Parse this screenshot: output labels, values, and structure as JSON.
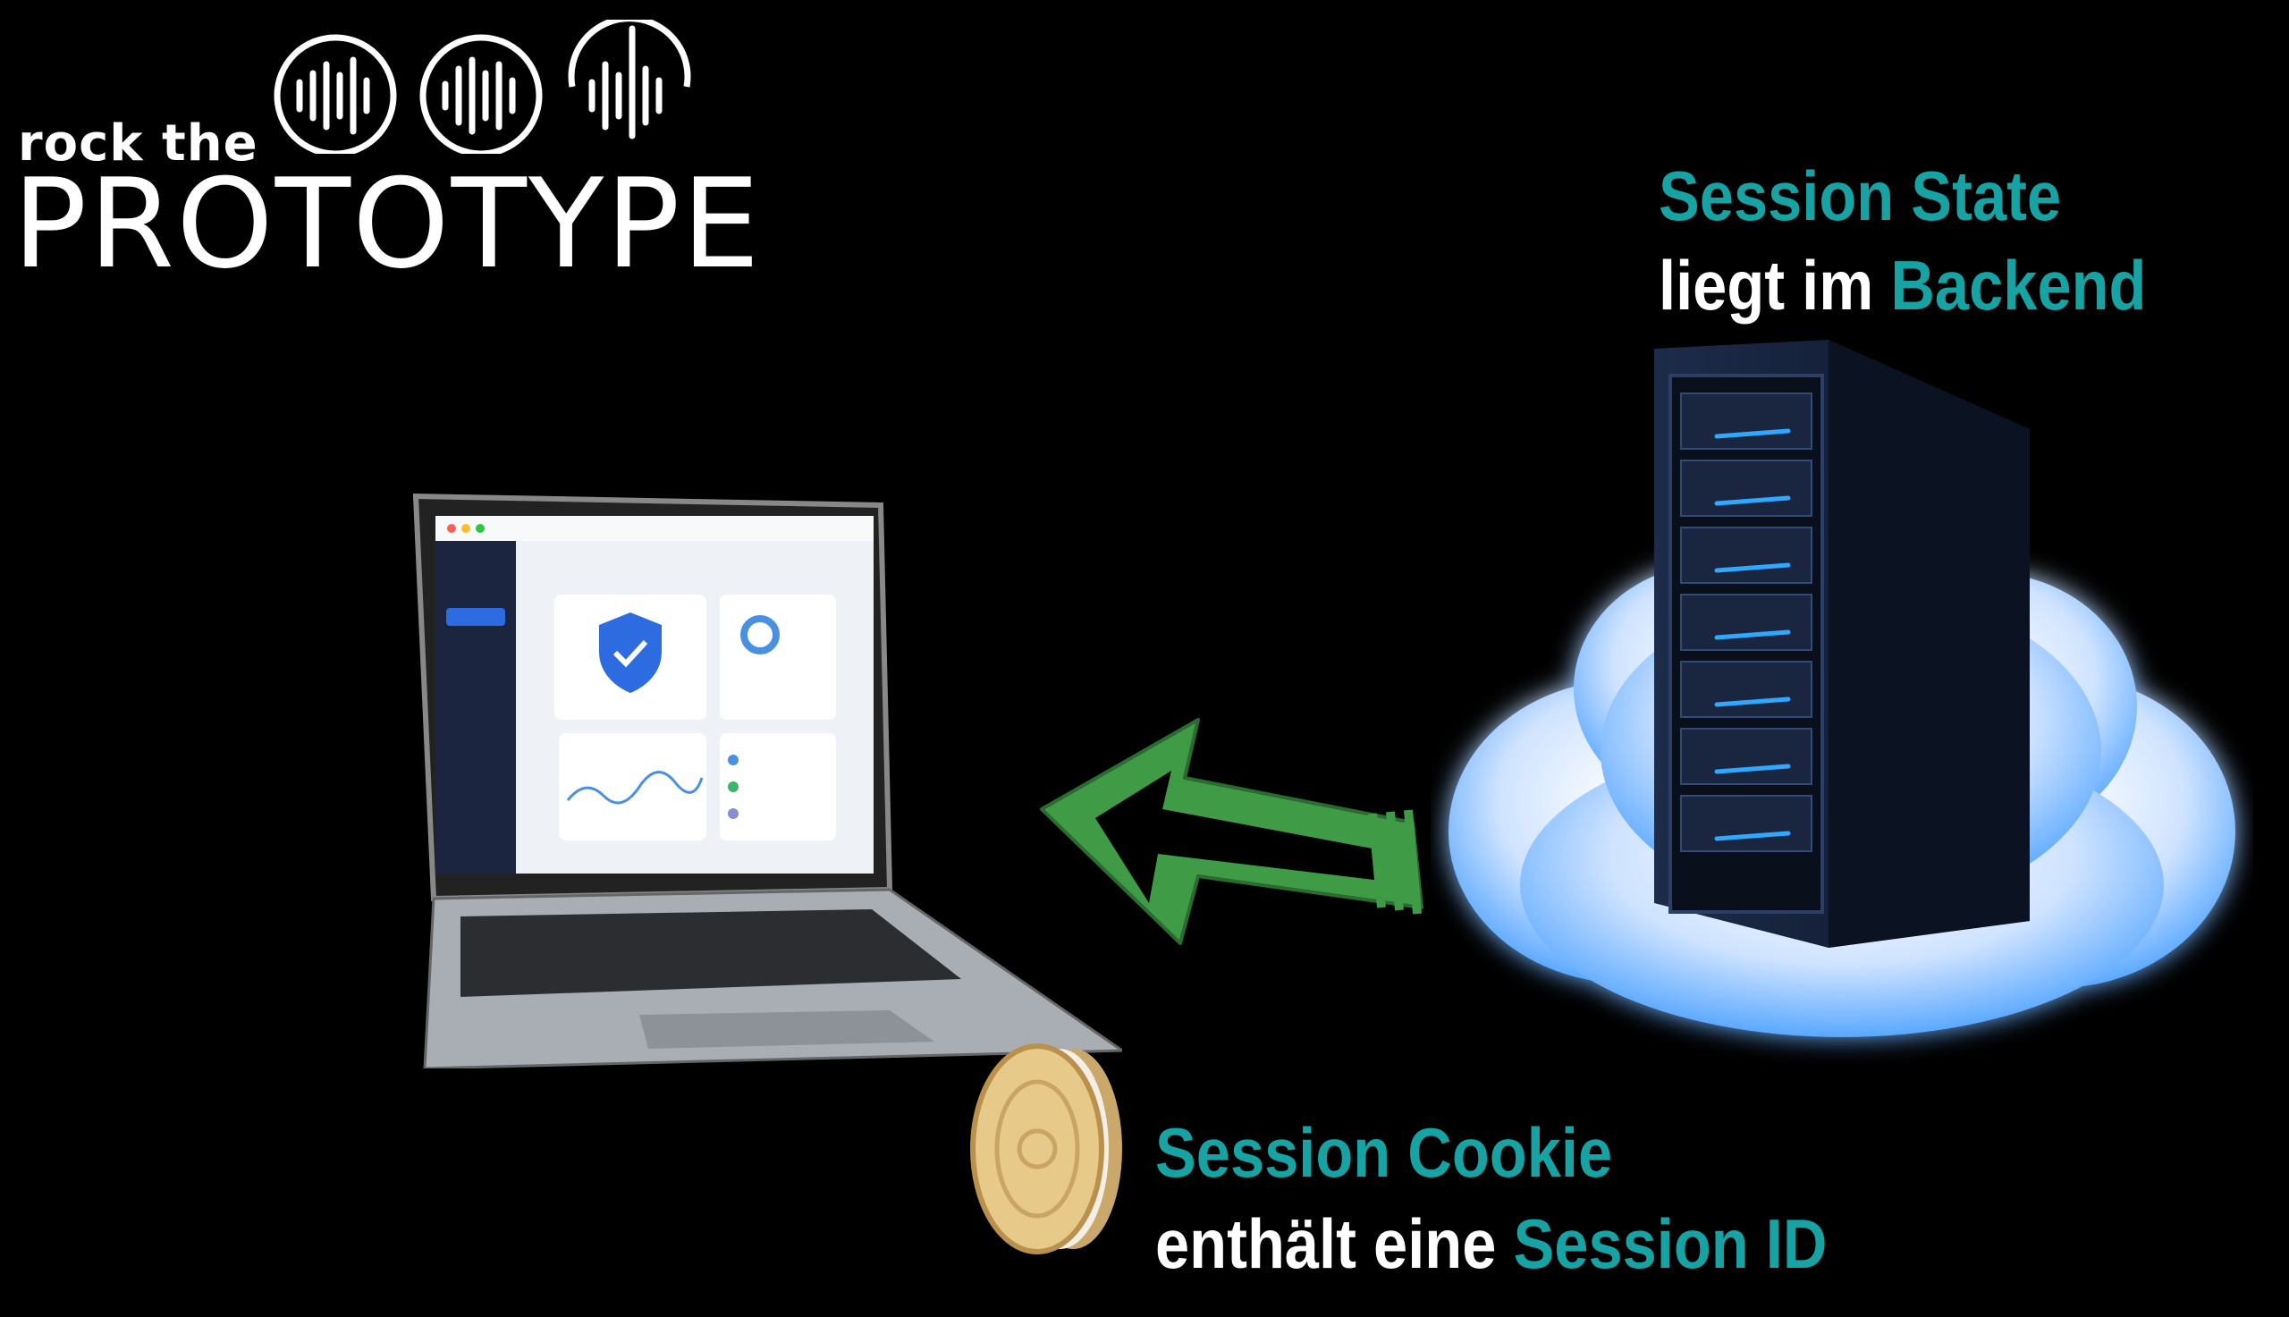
{
  "logo": {
    "small": "rock the",
    "big": "PROTOTYPE"
  },
  "server_caption": {
    "line1_highlight": "Session State",
    "line2_plain": "liegt im",
    "line2_highlight": "Backend"
  },
  "cookie_caption": {
    "line1_highlight": "Session Cookie",
    "line2_plain": "enthält eine",
    "line2_highlight": "Session ID"
  },
  "colors": {
    "accent": "#17a3a3",
    "arrow": "#4caf50",
    "cloud_glow": "#3fa0ff",
    "background": "#000000"
  }
}
